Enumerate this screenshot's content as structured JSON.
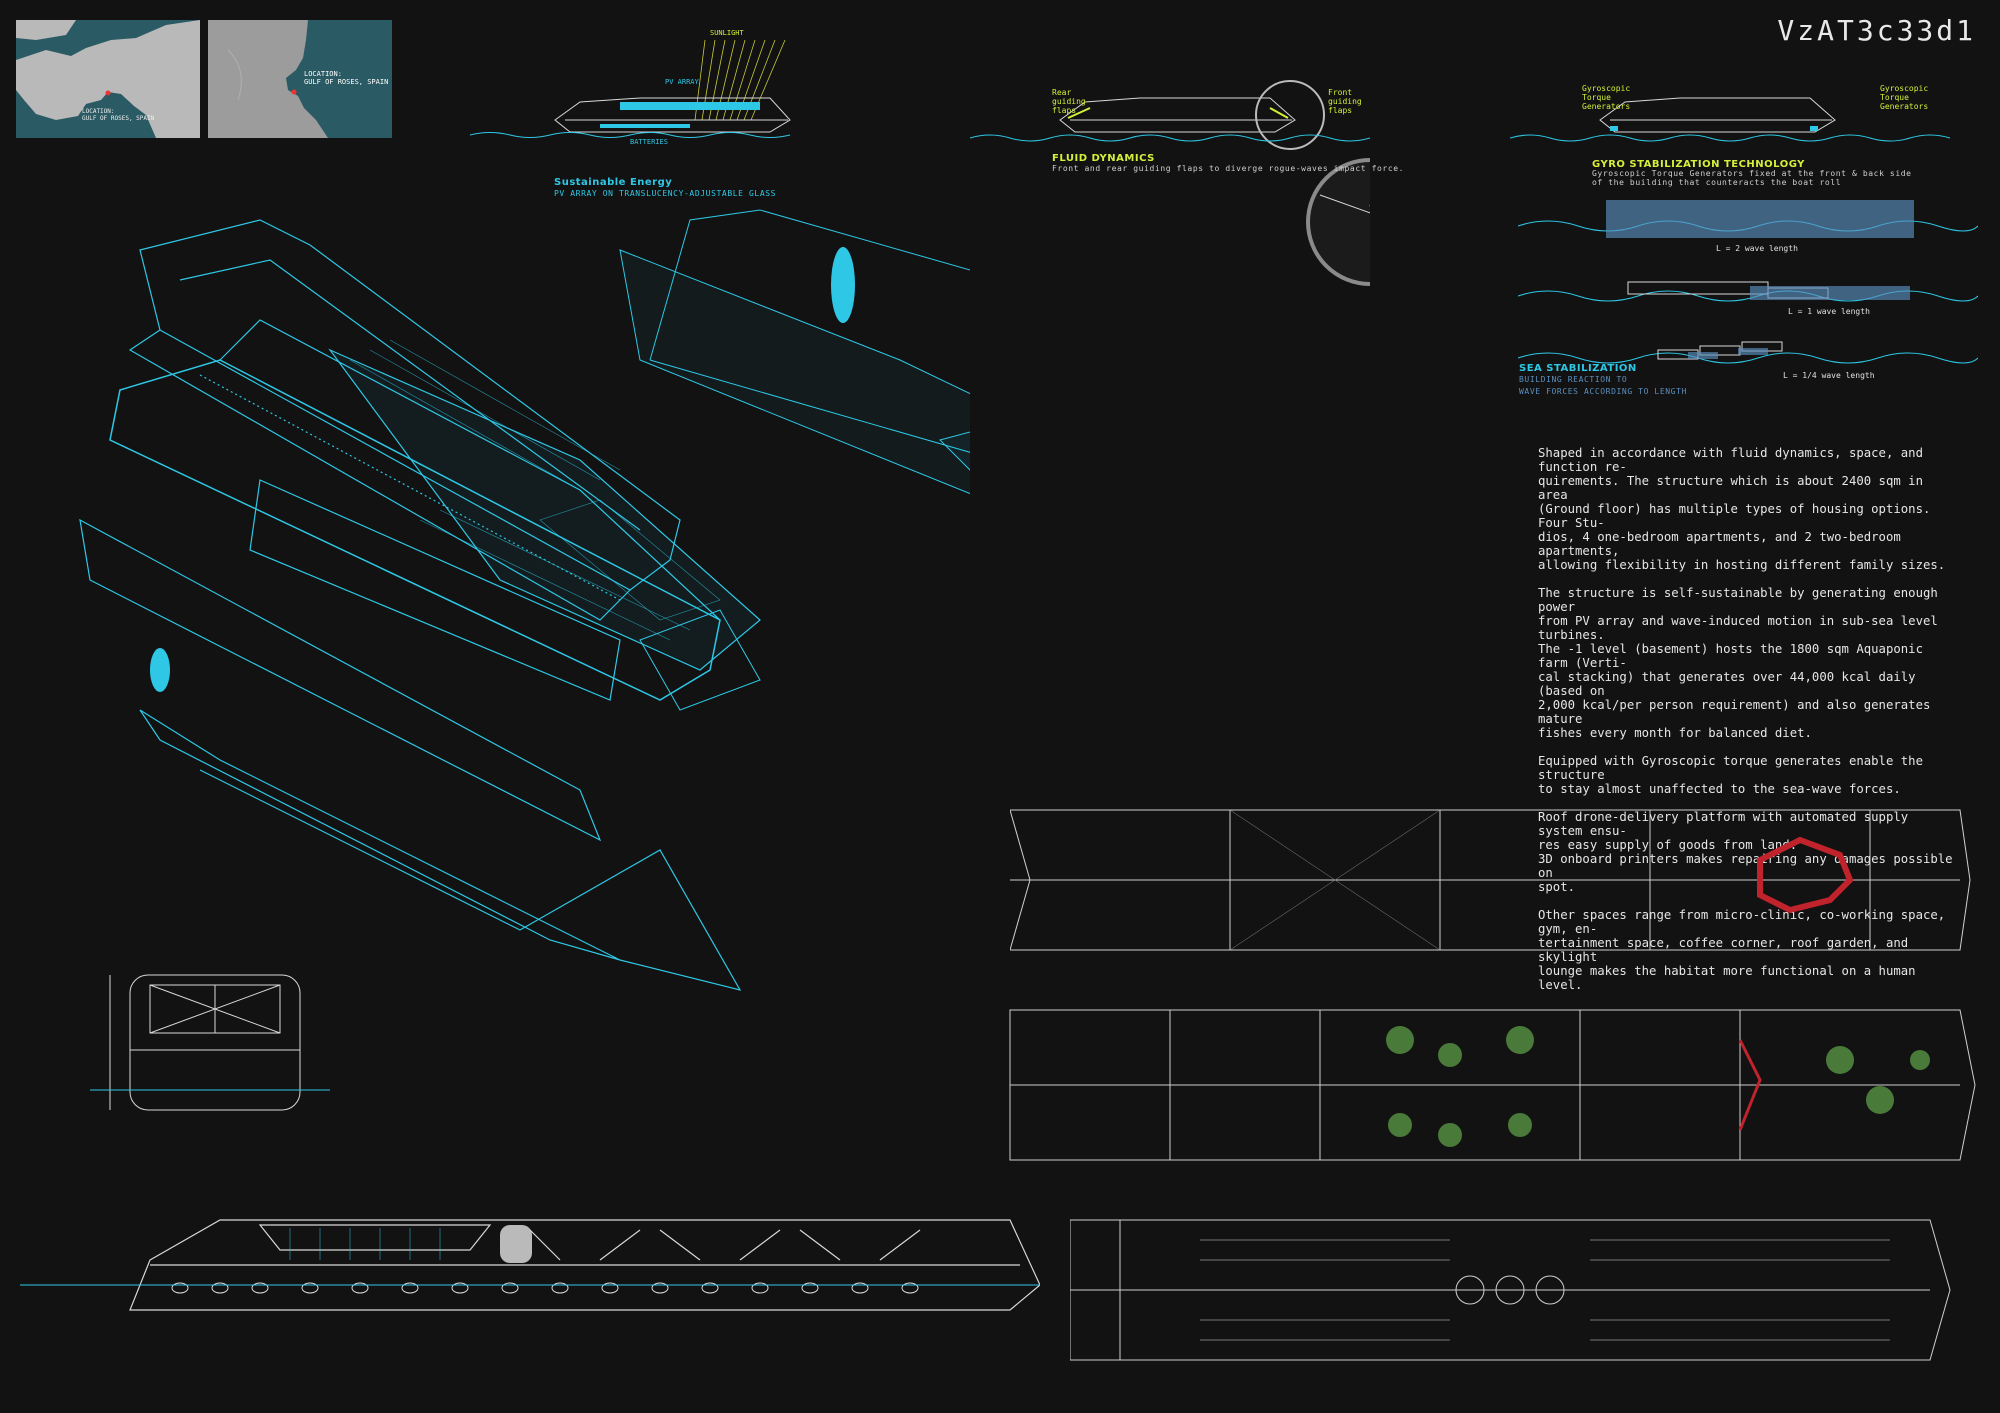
{
  "sheet_code": "VzAT3c33d1",
  "location_map": {
    "left_label_lines": [
      "LOCATION:",
      "GULF OF ROSES, SPAIN"
    ],
    "right_label_lines": [
      "LOCATION:",
      "GULF OF ROSES, SPAIN"
    ]
  },
  "diagram_energy": {
    "sunlight_label": "SUNLIGHT",
    "pv_label": "PV ARRAY",
    "batteries_label": "BATTERIES",
    "title": "Sustainable Energy",
    "subtitle": "PV ARRAY ON TRANSLUCENCY-ADJUSTABLE GLASS"
  },
  "diagram_fluid": {
    "rear_label": "Rear guiding flaps",
    "front_label": "Front guiding flaps",
    "title": "FLUID DYNAMICS",
    "subtitle": "Front and rear guiding flaps to diverge rogue-waves impact force."
  },
  "diagram_gyro": {
    "left_label": "Gyroscopic Torque Generators",
    "right_label": "Gyroscopic Torque Generators",
    "title": "GYRO STABILIZATION TECHNOLOGY",
    "subtitle": "Gyroscopic Torque Generators fixed at the front & back side of the building that counteracts the boat roll"
  },
  "sea_stabilization": {
    "row1": "L = 2 wave length",
    "row2": "L = 1 wave length",
    "row3": "L = 1/4 wave length",
    "title": "SEA STABILIZATION",
    "subtitle_lines": [
      "BUILDING REACTION TO",
      "WAVE FORCES ACCORDING TO LENGTH"
    ]
  },
  "description": [
    "Shaped in accordance with fluid dynamics, space, and function re-\nquirements. The structure which is about 2400 sqm in area\n(Ground floor) has multiple types of housing options. Four Stu-\ndios, 4 one-bedroom apartments, and 2 two-bedroom apartments,\nallowing flexibility in hosting different family sizes.",
    "The structure is self-sustainable by generating enough power\nfrom PV array and wave-induced motion in sub-sea level turbines.\nThe -1 level (basement) hosts the 1800 sqm Aquaponic farm (Verti-\ncal stacking) that generates over 44,000 kcal daily (based on\n2,000 kcal/per person requirement) and also generates mature\nfishes every month for balanced diet.",
    "Equipped with Gyroscopic torque generates enable the structure\nto stay almost unaffected to the sea-wave forces.",
    "Roof drone-delivery platform with automated supply system ensu-\nres easy supply of goods from land.\n3D onboard printers makes repairing any damages possible on\nspot.",
    "Other spaces range from micro-clinic, co-working space, gym, en-\ntertainment space, coffee corner, roof garden, and skylight\nlounge makes the habitat more functional on a human level."
  ],
  "colors": {
    "accent": "#2ec8e6",
    "highlight": "#d6ef3a",
    "background": "#121212",
    "red": "#c0232b"
  }
}
